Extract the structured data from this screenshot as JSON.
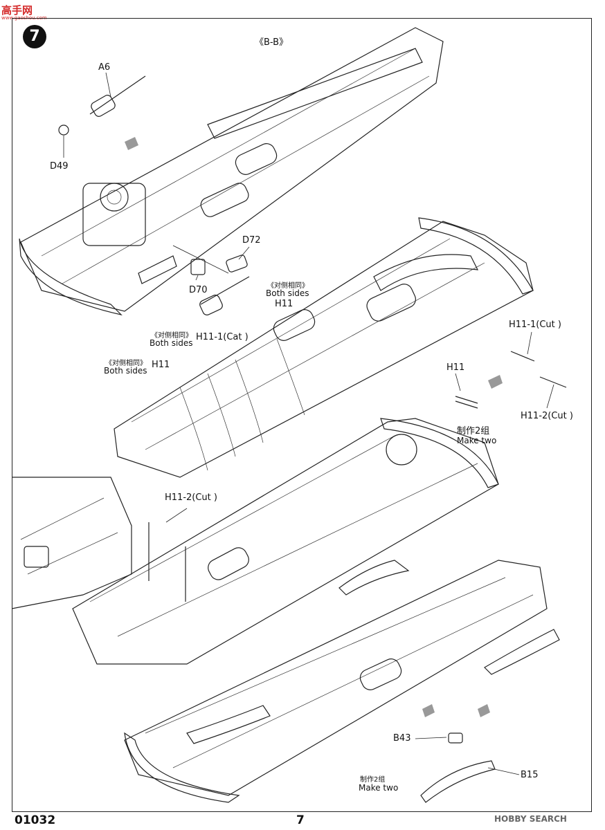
{
  "watermark_top": {
    "text": "高手网",
    "sub": "www.gaoshou.com"
  },
  "step_number": "7",
  "labels": {
    "b_b": "《B-B》",
    "a6": "A6",
    "d49": "D49",
    "d72": "D72",
    "d70": "D70",
    "h11_top_cn": "《对侧相同》",
    "h11_top_en": "Both sides",
    "h11_top": "H11",
    "h11_1_cat_cn": "《对侧相同》",
    "h11_1_cat_en": "Both sides",
    "h11_1_cat": "H11-1(Cat )",
    "h11_left_cn": "《对侧相同》",
    "h11_left_en": "Both sides",
    "h11_left": "H11",
    "h11_1_cut": "H11-1(Cut )",
    "h11_right": "H11",
    "h11_2_cut_right": "H11-2(Cut )",
    "make_two_1_cn": "制作2组",
    "make_two_1_en": "Make two",
    "h11_2_cut_mid": "H11-2(Cut )",
    "b43": "B43",
    "b15": "B15",
    "make_two_2_cn": "制作2组",
    "make_two_2_en": "Make two"
  },
  "footer": {
    "code": "01032",
    "page": "7"
  },
  "watermark_bottom": "HOBBY SEARCH"
}
